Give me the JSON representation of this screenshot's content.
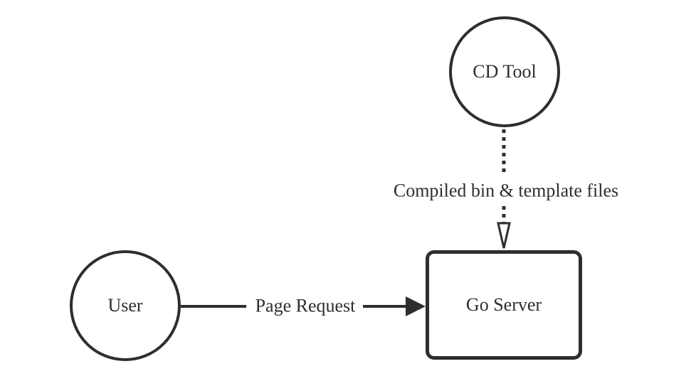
{
  "diagram": {
    "background_color": "#ffffff",
    "stroke_color": "#2e2e2e",
    "nodes": {
      "cd_tool": {
        "label": "CD Tool",
        "shape": "circle"
      },
      "user": {
        "label": "User",
        "shape": "circle"
      },
      "go_server": {
        "label": "Go Server",
        "shape": "rounded-rectangle"
      }
    },
    "edges": {
      "deploy": {
        "label": "Compiled bin & template files",
        "from": "CD Tool",
        "to": "Go Server",
        "line_style": "dotted",
        "arrowhead": "open-triangle"
      },
      "request": {
        "label": "Page Request",
        "from": "User",
        "to": "Go Server",
        "line_style": "solid",
        "arrowhead": "filled-triangle"
      }
    }
  }
}
